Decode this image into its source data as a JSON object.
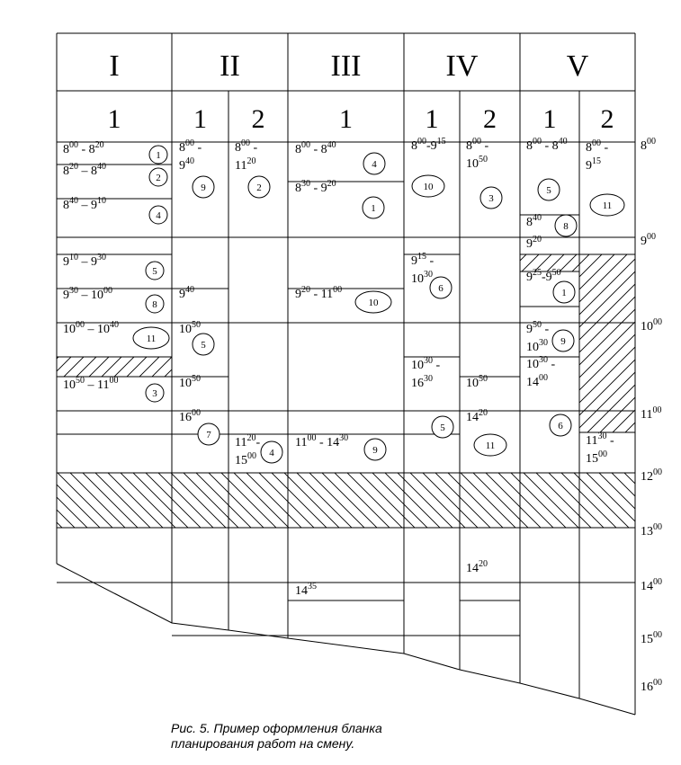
{
  "roman_headers": [
    "I",
    "II",
    "III",
    "IV",
    "V"
  ],
  "subheaders": [
    "1",
    "1",
    "2",
    "1",
    "1",
    "2",
    "1",
    "2"
  ],
  "hour_labels": [
    {
      "h": "8",
      "m": "00"
    },
    {
      "h": "9",
      "m": "00"
    },
    {
      "h": "10",
      "m": "00"
    },
    {
      "h": "11",
      "m": "00"
    },
    {
      "h": "12",
      "m": "00"
    },
    {
      "h": "13",
      "m": "00"
    },
    {
      "h": "14",
      "m": "00"
    },
    {
      "h": "15",
      "m": "00"
    },
    {
      "h": "16",
      "m": "00"
    }
  ],
  "slots": [
    {
      "lines": [
        [
          [
            "8",
            "00"
          ],
          [
            " - ",
            ""
          ],
          [
            "8",
            "20"
          ]
        ]
      ],
      "badge": "1"
    },
    {
      "lines": [
        [
          [
            "8",
            "20"
          ],
          [
            " – ",
            ""
          ],
          [
            "8",
            "40"
          ]
        ]
      ],
      "badge": "2"
    },
    {
      "lines": [
        [
          [
            "8",
            "40"
          ],
          [
            " – ",
            ""
          ],
          [
            "9",
            "10"
          ]
        ]
      ],
      "badge": "4"
    },
    {
      "lines": [
        [
          [
            "9",
            "10"
          ],
          [
            " – ",
            ""
          ],
          [
            "9",
            "30"
          ]
        ]
      ],
      "badge": "5"
    },
    {
      "lines": [
        [
          [
            "9",
            "30"
          ],
          [
            " – ",
            ""
          ],
          [
            "10",
            "00"
          ]
        ]
      ],
      "badge": "8"
    },
    {
      "lines": [
        [
          [
            "10",
            "00"
          ],
          [
            " – ",
            ""
          ],
          [
            "10",
            "40"
          ]
        ]
      ],
      "badge": "11"
    },
    {
      "lines": [
        [
          [
            "10",
            "50"
          ],
          [
            " – ",
            ""
          ],
          [
            "11",
            "00"
          ]
        ]
      ],
      "badge": "3"
    },
    {
      "lines": [
        [
          [
            "8",
            "00"
          ],
          [
            " -",
            ""
          ]
        ],
        [
          [
            "9",
            "40"
          ]
        ]
      ],
      "badge": "9"
    },
    {
      "lines": [
        [
          [
            "9",
            "40"
          ]
        ]
      ],
      "badge": ""
    },
    {
      "lines": [
        [
          [
            "10",
            "50"
          ]
        ]
      ],
      "badge": "5"
    },
    {
      "lines": [
        [
          [
            "10",
            "50"
          ]
        ]
      ],
      "badge": ""
    },
    {
      "lines": [
        [
          [
            "16",
            "00"
          ]
        ]
      ],
      "badge": "7"
    },
    {
      "lines": [
        [
          [
            "8",
            "00"
          ],
          [
            " -",
            ""
          ]
        ],
        [
          [
            "11",
            "20"
          ]
        ]
      ],
      "badge": "2"
    },
    {
      "lines": [
        [
          [
            "11",
            "20"
          ],
          [
            "-",
            ""
          ]
        ],
        [
          [
            "15",
            "00"
          ]
        ]
      ],
      "badge": "4"
    },
    {
      "lines": [
        [
          [
            "8",
            "00"
          ],
          [
            " - ",
            ""
          ],
          [
            "8",
            "40"
          ]
        ]
      ],
      "badge": "4"
    },
    {
      "lines": [
        [
          [
            "8",
            "30"
          ],
          [
            " - ",
            ""
          ],
          [
            "9",
            "20"
          ]
        ]
      ],
      "badge": "1"
    },
    {
      "lines": [
        [
          [
            "9",
            "20"
          ],
          [
            " - ",
            ""
          ],
          [
            "11",
            "00"
          ]
        ]
      ],
      "badge": "10"
    },
    {
      "lines": [
        [
          [
            "11",
            "00"
          ],
          [
            " - ",
            ""
          ],
          [
            "14",
            "30"
          ]
        ]
      ],
      "badge": "9"
    },
    {
      "lines": [
        [
          [
            "14",
            "35"
          ]
        ]
      ],
      "badge": ""
    },
    {
      "lines": [
        [
          [
            "8",
            "00"
          ],
          [
            "-",
            ""
          ],
          [
            "9",
            "15"
          ]
        ]
      ],
      "badge": "10"
    },
    {
      "lines": [
        [
          [
            "9",
            "15"
          ],
          [
            " -",
            ""
          ]
        ],
        [
          [
            "10",
            "30"
          ]
        ]
      ],
      "badge": "6"
    },
    {
      "lines": [
        [
          [
            "10",
            "30"
          ],
          [
            " -",
            ""
          ]
        ],
        [
          [
            "16",
            "30"
          ]
        ]
      ],
      "badge": ""
    },
    {
      "lines": [],
      "badge": "5"
    },
    {
      "lines": [
        [
          [
            "8",
            "00"
          ],
          [
            " -",
            ""
          ]
        ],
        [
          [
            "10",
            "50"
          ]
        ]
      ],
      "badge": "3"
    },
    {
      "lines": [
        [
          [
            "10",
            "50"
          ]
        ]
      ],
      "badge": ""
    },
    {
      "lines": [
        [
          [
            "14",
            "20"
          ]
        ]
      ],
      "badge": "11"
    },
    {
      "lines": [
        [
          [
            "14",
            "20"
          ]
        ]
      ],
      "badge": ""
    },
    {
      "lines": [
        [
          [
            "8",
            "00"
          ],
          [
            " - ",
            ""
          ],
          [
            "8",
            "40"
          ]
        ]
      ],
      "badge": "5"
    },
    {
      "lines": [
        [
          [
            "8",
            "40"
          ]
        ]
      ],
      "badge": "8"
    },
    {
      "lines": [
        [
          [
            "9",
            "20"
          ]
        ]
      ],
      "badge": ""
    },
    {
      "lines": [
        [
          [
            "9",
            "25"
          ],
          [
            "-",
            ""
          ],
          [
            "9",
            "50"
          ]
        ]
      ],
      "badge": "1"
    },
    {
      "lines": [
        [
          [
            "9",
            "50"
          ],
          [
            " -",
            ""
          ]
        ],
        [
          [
            "10",
            "30"
          ]
        ]
      ],
      "badge": "9"
    },
    {
      "lines": [
        [
          [
            "10",
            "30"
          ],
          [
            " -",
            ""
          ]
        ],
        [
          [
            "14",
            "00"
          ]
        ]
      ],
      "badge": ""
    },
    {
      "lines": [],
      "badge": "6"
    },
    {
      "lines": [
        [
          [
            "8",
            "00"
          ],
          [
            " -",
            ""
          ]
        ],
        [
          [
            "9",
            "15"
          ]
        ]
      ],
      "badge": "11"
    },
    {
      "lines": [
        [
          [
            "11",
            "30"
          ],
          [
            " -",
            ""
          ]
        ],
        [
          [
            "15",
            "00"
          ]
        ]
      ],
      "badge": ""
    }
  ],
  "caption": {
    "line1": "Рис. 5. Пример оформления бланка",
    "line2": "планирования работ на смену."
  }
}
